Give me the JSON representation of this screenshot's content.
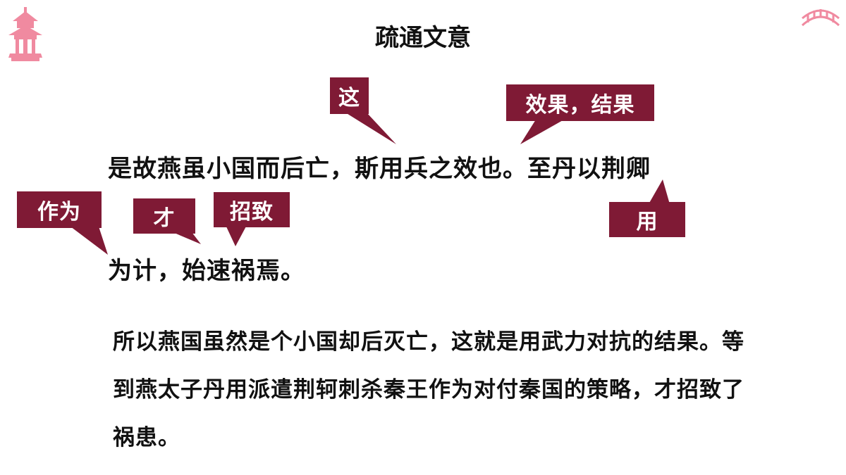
{
  "title": "疏通文意",
  "original": {
    "line1": "是故燕虽小国而后亡，斯用兵之效也。至丹以荆卿",
    "line2": "为计，始速祸焉。"
  },
  "annotations": {
    "zhe": "这",
    "xiaoguo": "效果，结果",
    "yong": "用",
    "zuowei": "作为",
    "cai": "才",
    "zhaozhi": "招致"
  },
  "translation": "所以燕国虽然是个小国却后灭亡，这就是用武力对抗的结果。等到燕太子丹用派遣荆轲刺杀秦王作为对付秦国的策略，才招致了祸患。",
  "colors": {
    "callout": "#7f1a35",
    "decoration": "#f08aa0"
  },
  "icons": [
    "pagoda-icon",
    "bridge-icon"
  ]
}
